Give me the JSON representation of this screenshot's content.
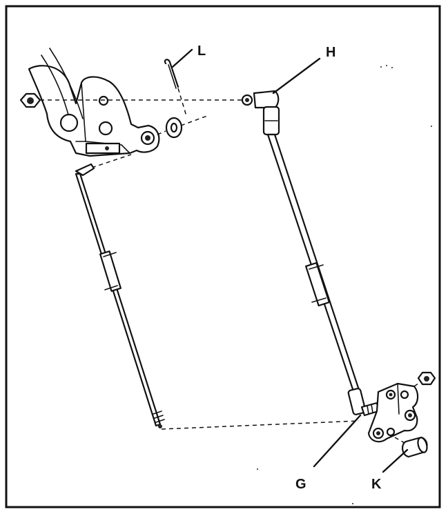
{
  "callouts": {
    "L": "L",
    "H": "H",
    "G": "G",
    "K": "K"
  },
  "colors": {
    "ink": "#111111",
    "background": "#ffffff"
  }
}
